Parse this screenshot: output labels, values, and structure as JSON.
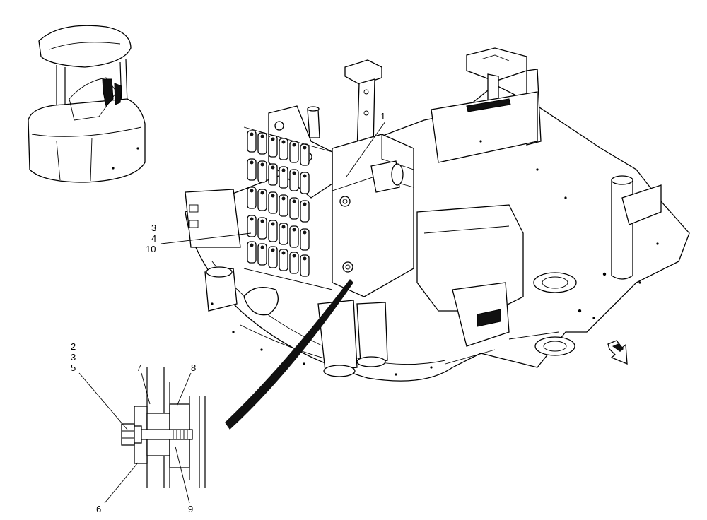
{
  "callouts": {
    "c1": "1",
    "c3a": "3",
    "c4": "4",
    "c10": "10",
    "c2": "2",
    "c3b": "3",
    "c5": "5",
    "c7": "7",
    "c8": "8",
    "c6": "6",
    "c9": "9"
  },
  "icons": {
    "front": "direction-arrow-icon"
  }
}
